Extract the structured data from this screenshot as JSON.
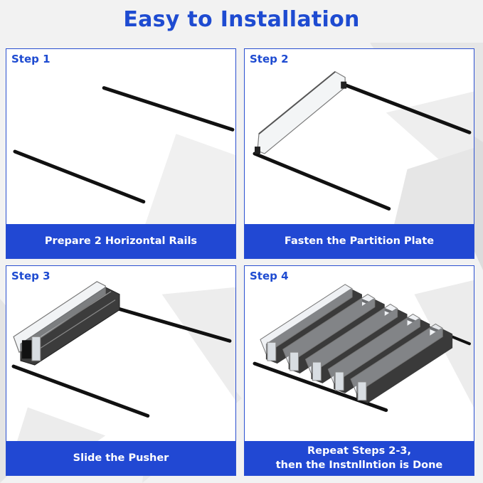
{
  "title": "Easy to Installation",
  "panels": [
    {
      "step": "Step 1",
      "caption_lines": [
        "Prepare 2 Horizontal Rails"
      ]
    },
    {
      "step": "Step 2",
      "caption_lines": [
        "Fasten the Partition Plate"
      ]
    },
    {
      "step": "Step 3",
      "caption_lines": [
        "Slide the Pusher"
      ]
    },
    {
      "step": "Step 4",
      "caption_lines": [
        "Repeat Steps 2-3,",
        "then the Instnllntion is Done"
      ]
    }
  ],
  "colors": {
    "accent": "#1e4bd1",
    "caption_bg": "#2148d3",
    "rail": "#111111"
  }
}
